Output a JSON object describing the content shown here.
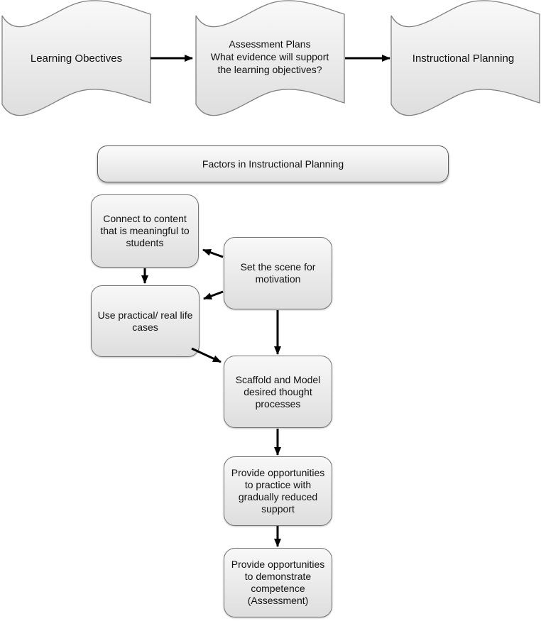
{
  "diagram_type": "flowchart",
  "colors": {
    "background": "#ffffff",
    "shape_fill_top": "#f8f8f8",
    "shape_fill_bottom": "#dedede",
    "shape_border": "#757575",
    "banner_border": "#5a5a5a",
    "arrow": "#000000",
    "text": "#111111"
  },
  "top_flow": {
    "nodes": [
      {
        "id": "learning-objectives",
        "shape": "wave",
        "label": "Learning Obectives"
      },
      {
        "id": "assessment-plans",
        "shape": "wave",
        "label": "Assessment Plans\nWhat evidence will support\nthe learning objectives?"
      },
      {
        "id": "instructional-planning",
        "shape": "wave",
        "label": "Instructional Planning"
      }
    ]
  },
  "banner": {
    "label": "Factors in Instructional Planning"
  },
  "factors_flow": {
    "nodes": [
      {
        "id": "connect",
        "label": "Connect to content\nthat is meaningful to\nstudents"
      },
      {
        "id": "motivation",
        "label": "Set the scene for\nmotivation"
      },
      {
        "id": "practical",
        "label": "Use practical/ real life\ncases"
      },
      {
        "id": "scaffold",
        "label": "Scaffold and Model\ndesired thought\nprocesses"
      },
      {
        "id": "practice",
        "label": "Provide opportunities\nto practice with\ngradually reduced\nsupport"
      },
      {
        "id": "demonstrate",
        "label": "Provide opportunities\nto demonstrate\ncompetence\n(Assessment)"
      }
    ],
    "edges": [
      {
        "from": "learning-objectives",
        "to": "assessment-plans"
      },
      {
        "from": "assessment-plans",
        "to": "instructional-planning"
      },
      {
        "from": "connect",
        "to": "practical"
      },
      {
        "from": "motivation",
        "to": "connect"
      },
      {
        "from": "motivation",
        "to": "practical"
      },
      {
        "from": "motivation",
        "to": "scaffold"
      },
      {
        "from": "practical",
        "to": "scaffold"
      },
      {
        "from": "scaffold",
        "to": "practice"
      },
      {
        "from": "practice",
        "to": "demonstrate"
      }
    ]
  }
}
